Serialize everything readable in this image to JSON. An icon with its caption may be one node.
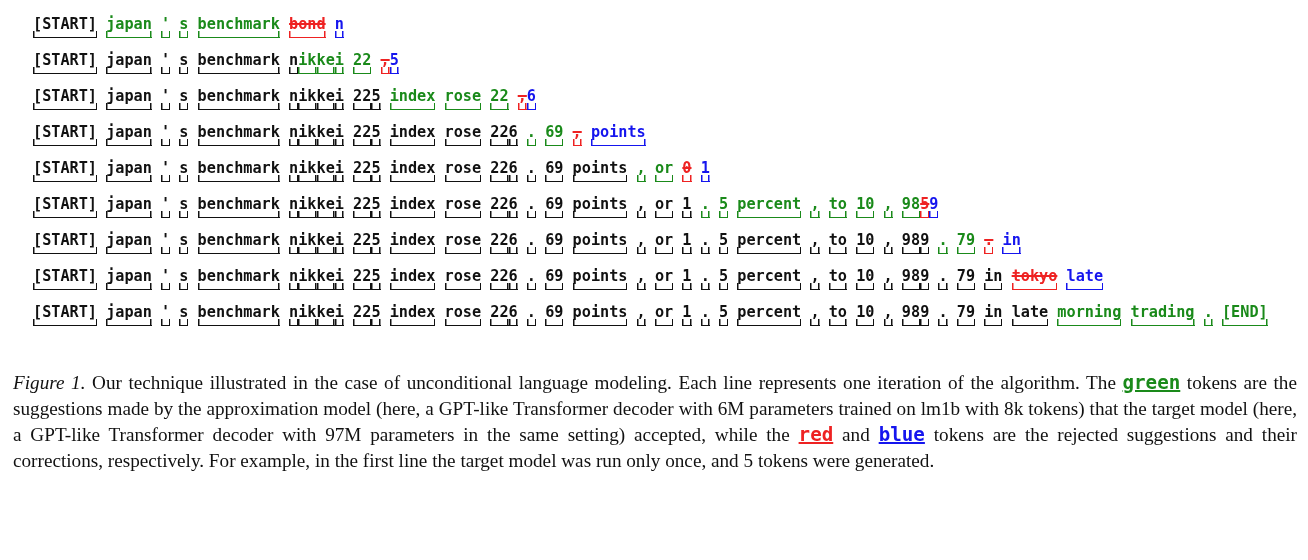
{
  "diagram": {
    "caption": "*Figure 1.* Our technique illustrated in the case of unconditional language modeling. Each line represents one iteration of the algorithm. The **green** tokens are the suggestions made by the approximation model (here, a GPT-like Transformer decoder with 6M parameters trained on lm1b with 8k tokens) that the target model (here, a GPT-like Transformer decoder with 97M parameters in the same setting) accepted, while the **red** and **blue** tokens are the rejected suggestions and their corrections, respectively. For example, in the first line the target model was run only once, and 5 tokens were generated.",
    "labels": [
      "[START]",
      "japan",
      "'",
      "s",
      "benchmark",
      "bond",
      "n",
      "[START]",
      "japan",
      "'",
      "s",
      "benchmark",
      "n",
      "ik",
      "ke",
      "i",
      "22",
      ",",
      "5",
      "[START]",
      "japan",
      "'",
      "s",
      "benchmark",
      "n",
      "ik",
      "ke",
      "i",
      "22",
      "5",
      "index",
      "rose",
      "22",
      ",",
      "6",
      "[START]",
      "japan",
      "'",
      "s",
      "benchmark",
      "n",
      "ik",
      "ke",
      "i",
      "22",
      "5",
      "index",
      "rose",
      "22",
      "6",
      ".",
      "69",
      ",",
      "points",
      "[START]",
      "japan",
      "'",
      "s",
      "benchmark",
      "n",
      "ik",
      "ke",
      "i",
      "22",
      "5",
      "index",
      "rose",
      "22",
      "6",
      ".",
      "69",
      "points",
      ",",
      "or",
      "0",
      "1",
      "[START]",
      "japan",
      "'",
      "s",
      "benchmark",
      "n",
      "ik",
      "ke",
      "i",
      "22",
      "5",
      "index",
      "rose",
      "22",
      "6",
      ".",
      "69",
      "points",
      ",",
      "or",
      "1",
      ".",
      "5",
      "percent",
      ",",
      "to",
      "10",
      ",",
      "98",
      "5",
      "9",
      "[START]",
      "japan",
      "'",
      "s",
      "benchmark",
      "n",
      "ik",
      "ke",
      "i",
      "22",
      "5",
      "index",
      "rose",
      "22",
      "6",
      ".",
      "69",
      "points",
      ",",
      "or",
      "1",
      ".",
      "5",
      "percent",
      ",",
      "to",
      "10",
      ",",
      "98",
      "9",
      ".",
      "79",
      ".",
      "in",
      "[START]",
      "japan",
      "'",
      "s",
      "benchmark",
      "n",
      "ik",
      "ke",
      "i",
      "22",
      "5",
      "index",
      "rose",
      "22",
      "6",
      ".",
      "69",
      "points",
      ",",
      "or",
      "1",
      ".",
      "5",
      "percent",
      ",",
      "to",
      "10",
      ",",
      "98",
      "9",
      ".",
      "79",
      "in",
      "tokyo",
      "late",
      "[START]",
      "japan",
      "'",
      "s",
      "benchmark",
      "n",
      "ik",
      "ke",
      "i",
      "22",
      "5",
      "index",
      "rose",
      "22",
      "6",
      ".",
      "69",
      "points",
      ",",
      "or",
      "1",
      ".",
      "5",
      "percent",
      ",",
      "to",
      "10",
      ",",
      "98",
      "9",
      ".",
      "79",
      "in",
      "late",
      "morning",
      "trading",
      ".",
      "[END]"
    ]
  }
}
